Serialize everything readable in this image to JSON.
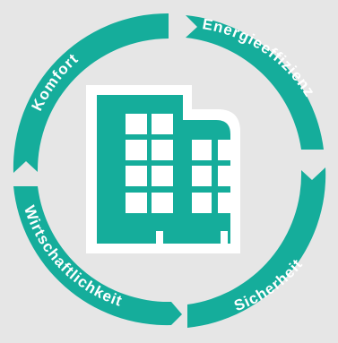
{
  "diagram": {
    "colors": {
      "background": "#e6e6e6",
      "accent": "#15ad9b",
      "building_border": "#ffffff",
      "window": "#ffffff"
    },
    "segments": [
      {
        "label": "Energieeffizienz"
      },
      {
        "label": "Sicherheit"
      },
      {
        "label": "Wirtschaftlichkeit"
      },
      {
        "label": "Komfort"
      }
    ],
    "center_icon": "office-building-icon"
  }
}
